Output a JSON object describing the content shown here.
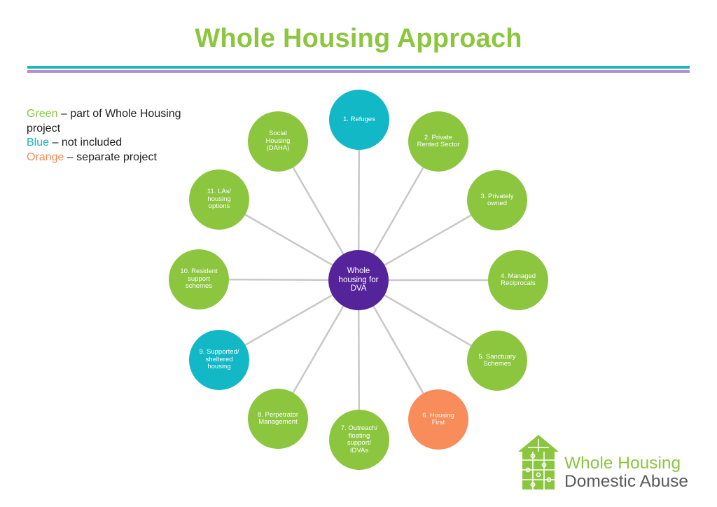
{
  "title": "Whole Housing Approach",
  "legend": {
    "green_word": "Green",
    "green_text": " – part of Whole Housing project",
    "blue_word": "Blue",
    "blue_text": " – not included",
    "orange_word": "Orange",
    "orange_text": " – separate project"
  },
  "colors": {
    "green": "#8cc63f",
    "blue": "#12b8c6",
    "orange": "#f88c5a",
    "purple": "#55249a",
    "spoke": "#c8c8c8"
  },
  "center": {
    "label": "Whole\nhousing for\nDVA",
    "color": "purple"
  },
  "nodes": [
    {
      "label": "1. Refuges",
      "color": "blue"
    },
    {
      "label": "2. Private\nRented Sector",
      "color": "green"
    },
    {
      "label": "3. Privately\nowned",
      "color": "green"
    },
    {
      "label": "4. Managed\nReciprocals",
      "color": "green"
    },
    {
      "label": "5. Sanctuary\nSchemes",
      "color": "green"
    },
    {
      "label": "6. Housing\nFirst",
      "color": "orange"
    },
    {
      "label": "7. Outreach/\nfloating\nsupport/\nIDVAs",
      "color": "green"
    },
    {
      "label": "8. Perpetrator\nManagement",
      "color": "green"
    },
    {
      "label": "9. Supported/\nsheltered\nhousing",
      "color": "blue"
    },
    {
      "label": "10. Resident\nsupport\nschemes",
      "color": "green"
    },
    {
      "label": "11. LAs/\nhousing\noptions",
      "color": "green"
    },
    {
      "label": "Social\nHousing\n(DAHA)",
      "color": "green"
    }
  ],
  "logo": {
    "line1": "Whole Housing",
    "line2": "Domestic Abuse",
    "icon": "puzzle-house-icon"
  }
}
